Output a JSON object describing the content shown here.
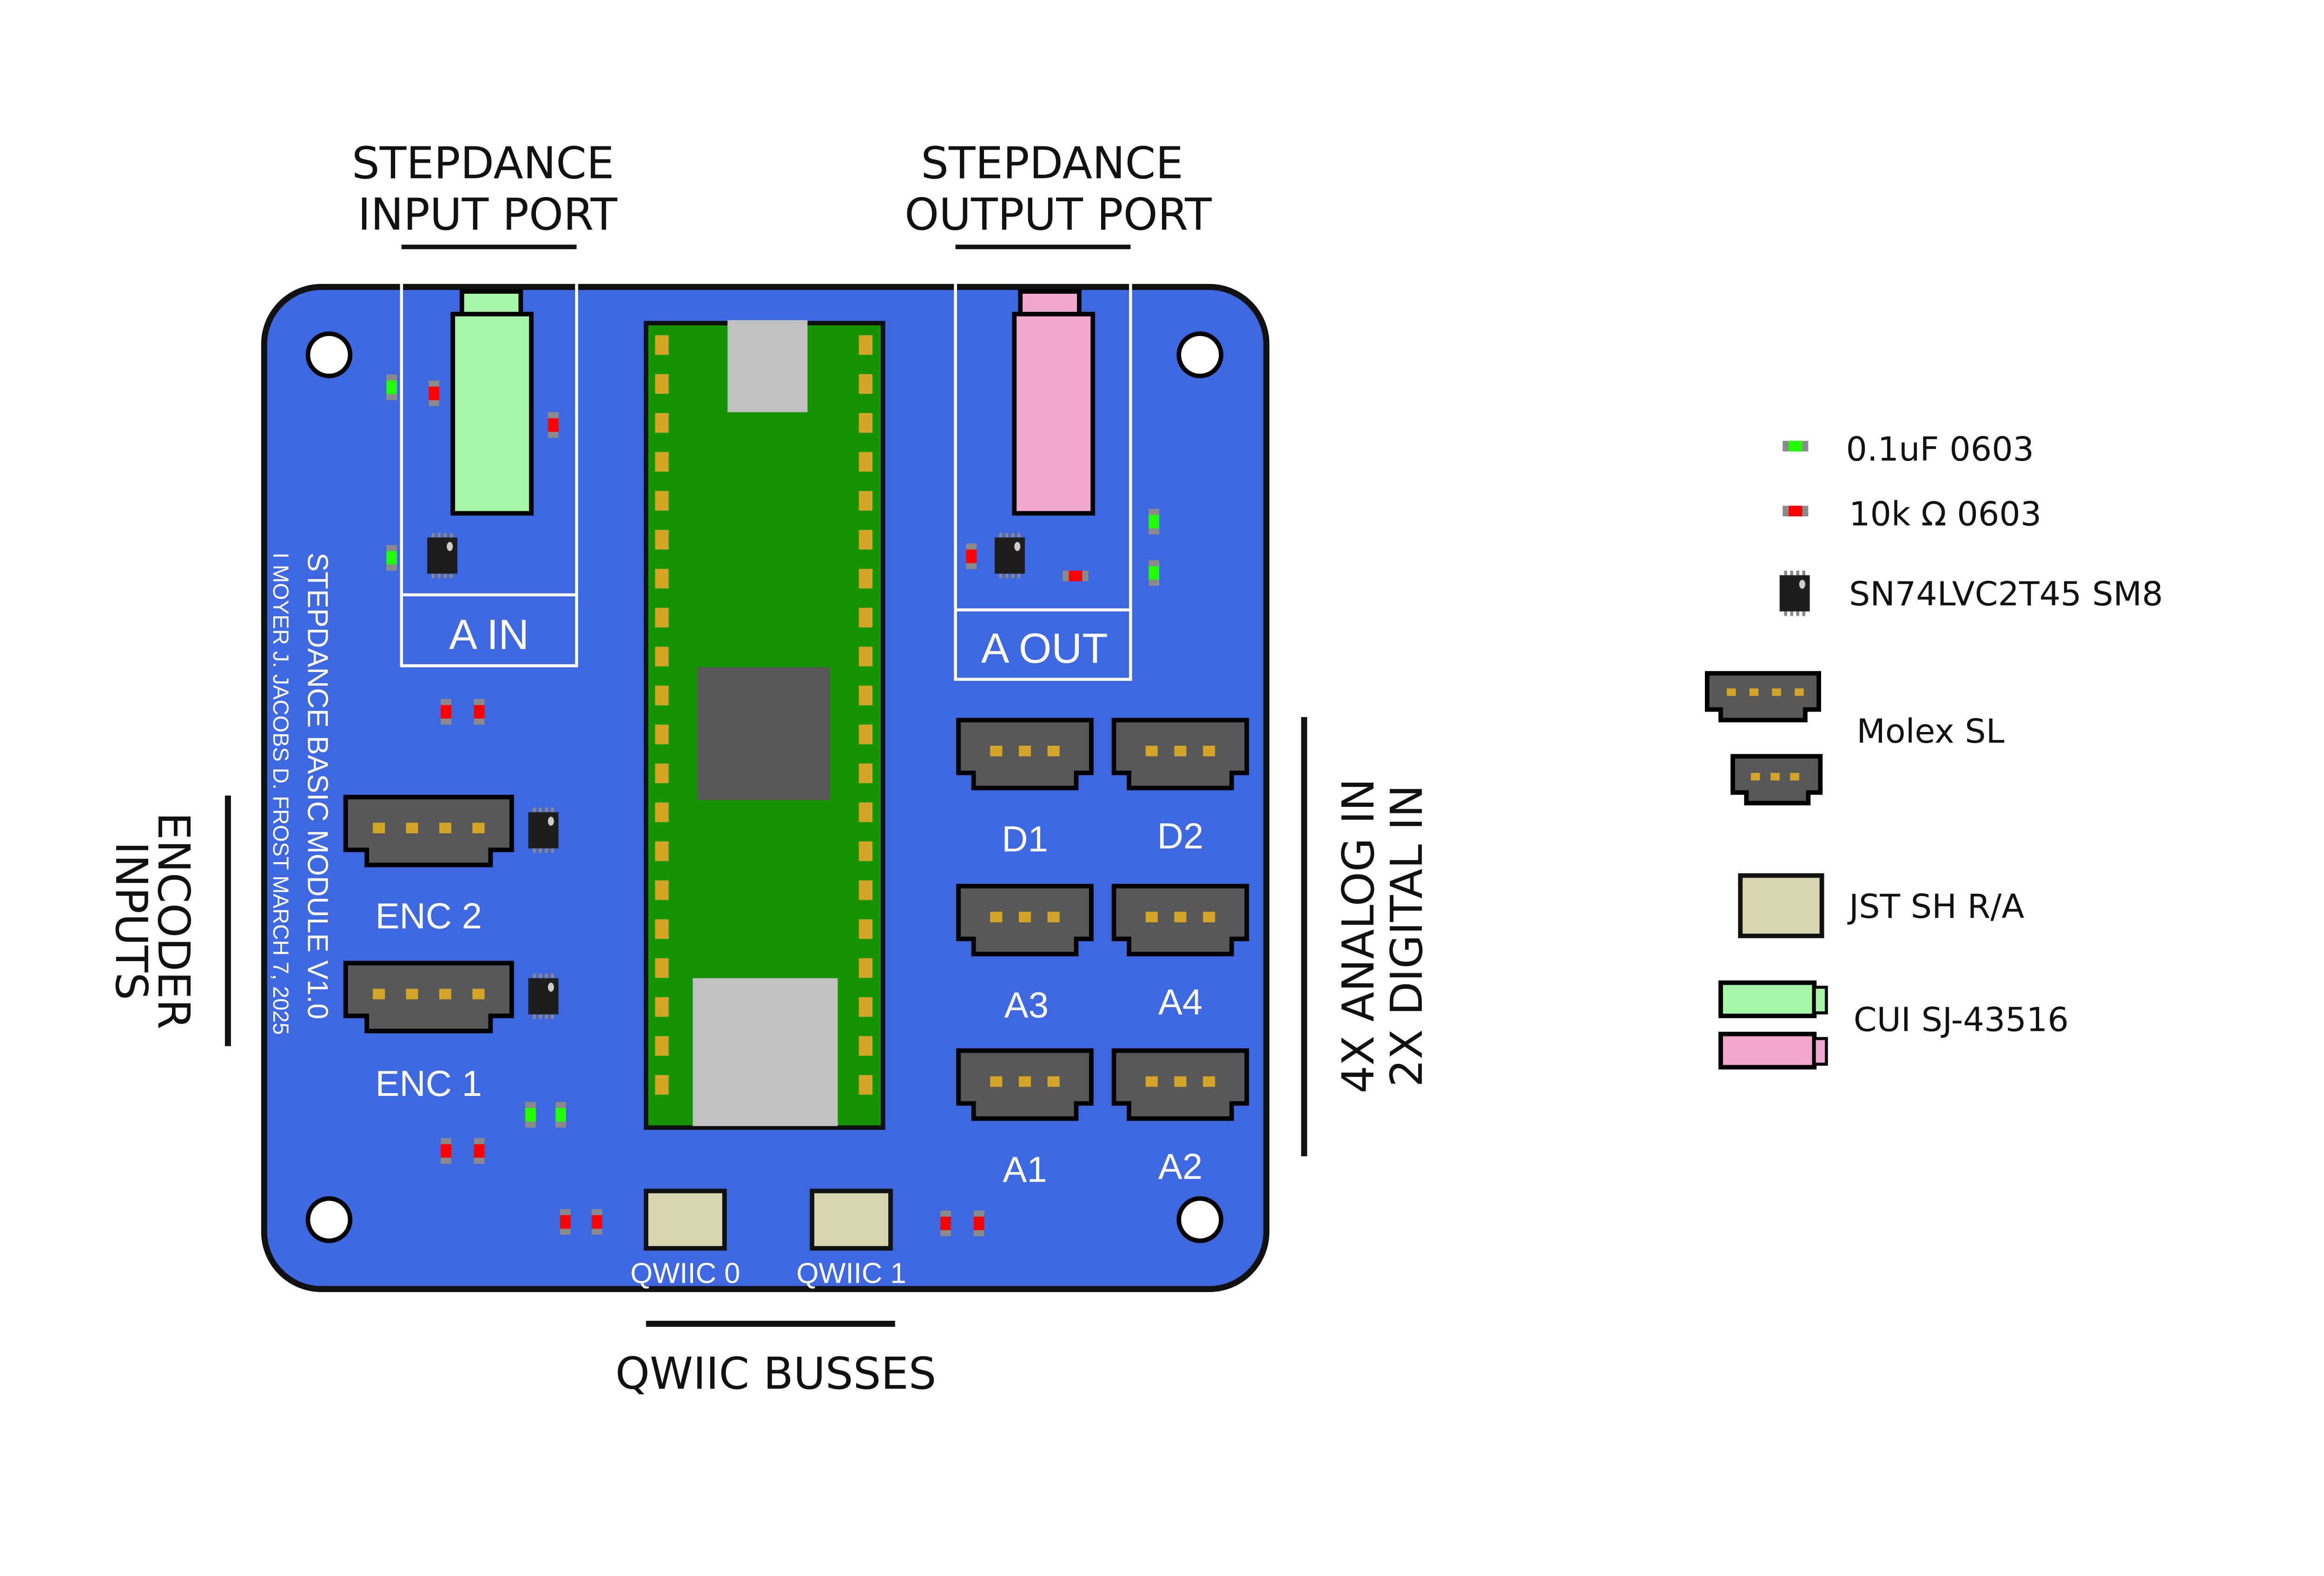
{
  "labels": {
    "input_port": [
      "STEPDANCE",
      "INPUT PORT"
    ],
    "output_port": [
      "STEPDANCE",
      "OUTPUT PORT"
    ],
    "encoder_inputs": [
      "ENCODER",
      "INPUTS"
    ],
    "analog_digital": [
      "4X ANALOG IN",
      "2X DIGITAL IN"
    ],
    "qwiic_busses": "QWIIC BUSSES"
  },
  "board": {
    "silkscreen_title": "STEPDANCE BASIC MODULE V1.0",
    "silkscreen_authors": "I MOYER J. JACOBS D. FROST MARCH 7, 2025",
    "jack_in_label": "A IN",
    "jack_out_label": "A OUT",
    "encoders": [
      "ENC 2",
      "ENC 1"
    ],
    "ports": [
      "D1",
      "D2",
      "A3",
      "A4",
      "A1",
      "A2"
    ],
    "qwiic": [
      "QWIIC 0",
      "QWIIC 1"
    ],
    "colors": {
      "board": "#3f68e0",
      "pico": "#169400",
      "pad": "#d4a628",
      "connector": "#595757",
      "jst": "#d7d3b1",
      "jack_in": "#a7f5a8",
      "jack_out": "#f0a8d0",
      "capacitor": "#22ff00",
      "resistor": "#ff0000"
    }
  },
  "legend": [
    {
      "icon": "capacitor-icon",
      "label": "0.1uF 0603"
    },
    {
      "icon": "resistor-icon",
      "label": "10k Ω 0603"
    },
    {
      "icon": "ic-icon",
      "label": "SN74LVC2T45 SM8"
    },
    {
      "icon": "molex-icon",
      "label": "Molex SL"
    },
    {
      "icon": "jst-icon",
      "label": "JST SH R/A"
    },
    {
      "icon": "audio-jack-icon",
      "label": "CUI SJ-43516"
    }
  ]
}
